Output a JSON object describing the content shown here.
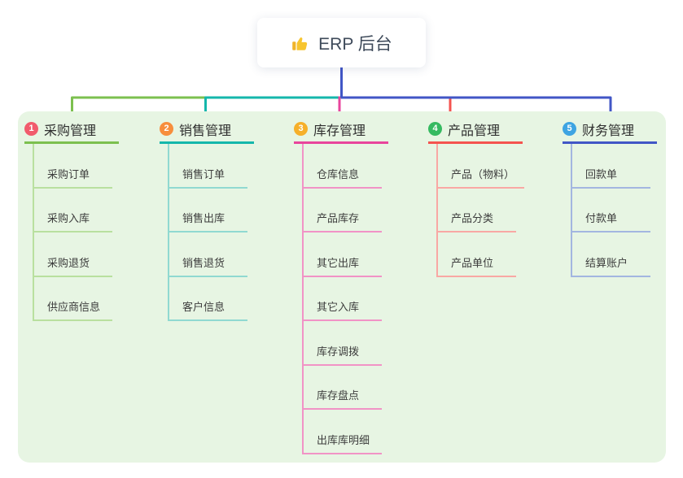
{
  "root": {
    "icon": "thumbs-up-icon",
    "label": "ERP 后台",
    "title_color": "#3e4a5a",
    "stem_color": "#4156c6"
  },
  "canvas": {
    "background": "#ffffff",
    "panel_color": "#e7f5e3"
  },
  "branches": [
    {
      "number": "1",
      "title": "采购管理",
      "badge_color": "#f15b6c",
      "line_color": "#7cc04f",
      "child_line_color": "#b9e09f",
      "children": [
        "采购订单",
        "采购入库",
        "采购退货",
        "供应商信息"
      ]
    },
    {
      "number": "2",
      "title": "销售管理",
      "badge_color": "#f78e3d",
      "line_color": "#14b7ab",
      "child_line_color": "#90d9d1",
      "children": [
        "销售订单",
        "销售出库",
        "销售退货",
        "客户信息"
      ]
    },
    {
      "number": "3",
      "title": "库存管理",
      "badge_color": "#f6b02a",
      "line_color": "#e8459c",
      "child_line_color": "#f193c6",
      "children": [
        "仓库信息",
        "产品库存",
        "其它出库",
        "其它入库",
        "库存调拨",
        "库存盘点",
        "出库库明细"
      ]
    },
    {
      "number": "4",
      "title": "产品管理",
      "badge_color": "#36ba61",
      "line_color": "#f4534f",
      "child_line_color": "#f9a8a4",
      "children": [
        "产品（物料）",
        "产品分类",
        "产品单位"
      ]
    },
    {
      "number": "5",
      "title": "财务管理",
      "badge_color": "#3ea4e2",
      "line_color": "#4156c6",
      "child_line_color": "#a3b6e0",
      "children": [
        "回款单",
        "付款单",
        "结算账户"
      ]
    }
  ]
}
